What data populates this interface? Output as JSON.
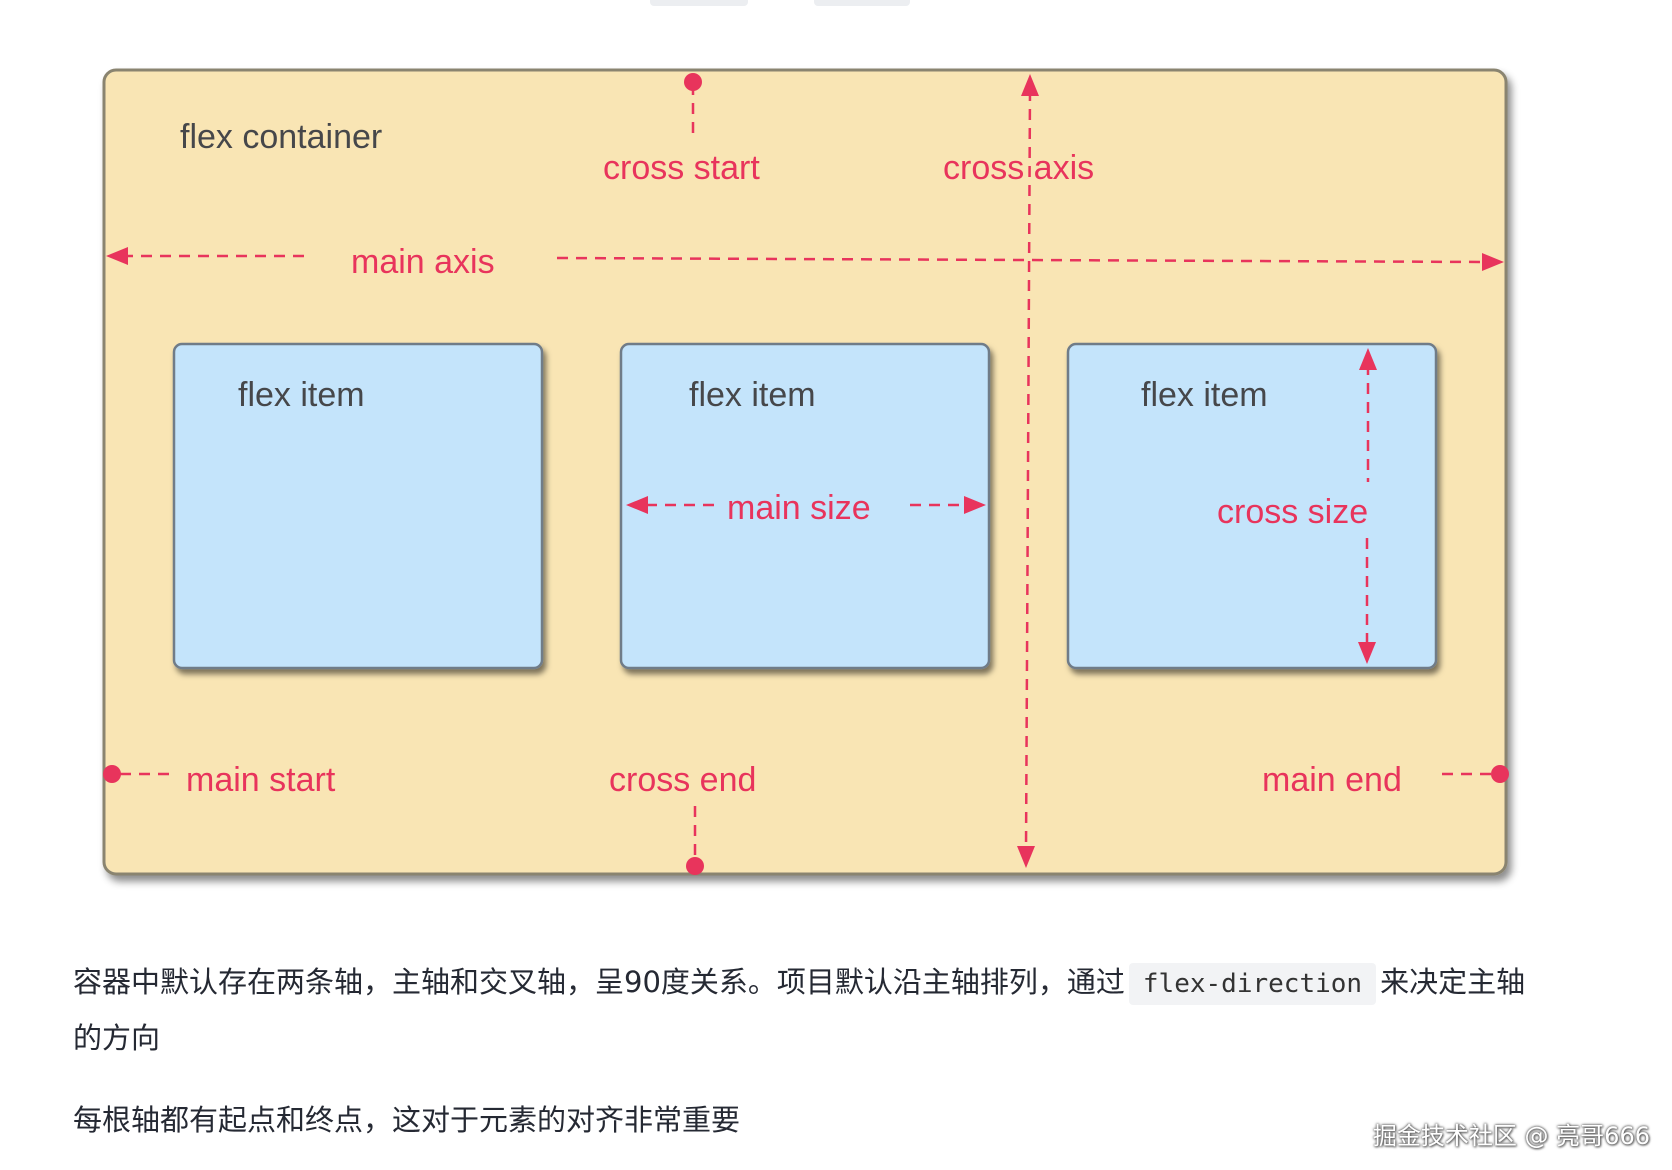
{
  "diagram": {
    "container_label": "flex container",
    "item_label": "flex item",
    "axis_labels": {
      "cross_start": "cross start",
      "cross_axis": "cross axis",
      "main_axis": "main axis",
      "main_size": "main size",
      "cross_size": "cross size",
      "main_start": "main start",
      "cross_end": "cross end",
      "main_end": "main end"
    },
    "colors": {
      "container_fill": "#f9e5b4",
      "item_fill": "#c4e4fb",
      "accent": "#e8345c",
      "label_text": "#46474a"
    }
  },
  "paragraph1": {
    "before_code": "容器中默认存在两条轴，主轴和交叉轴，呈90度关系。项目默认沿主轴排列，通过",
    "code": "flex-direction",
    "after_code": "来决定主轴的方向"
  },
  "paragraph2": {
    "text": "每根轴都有起点和终点，这对于元素的对齐非常重要"
  },
  "watermark": "掘金技术社区 @ 亮哥666"
}
